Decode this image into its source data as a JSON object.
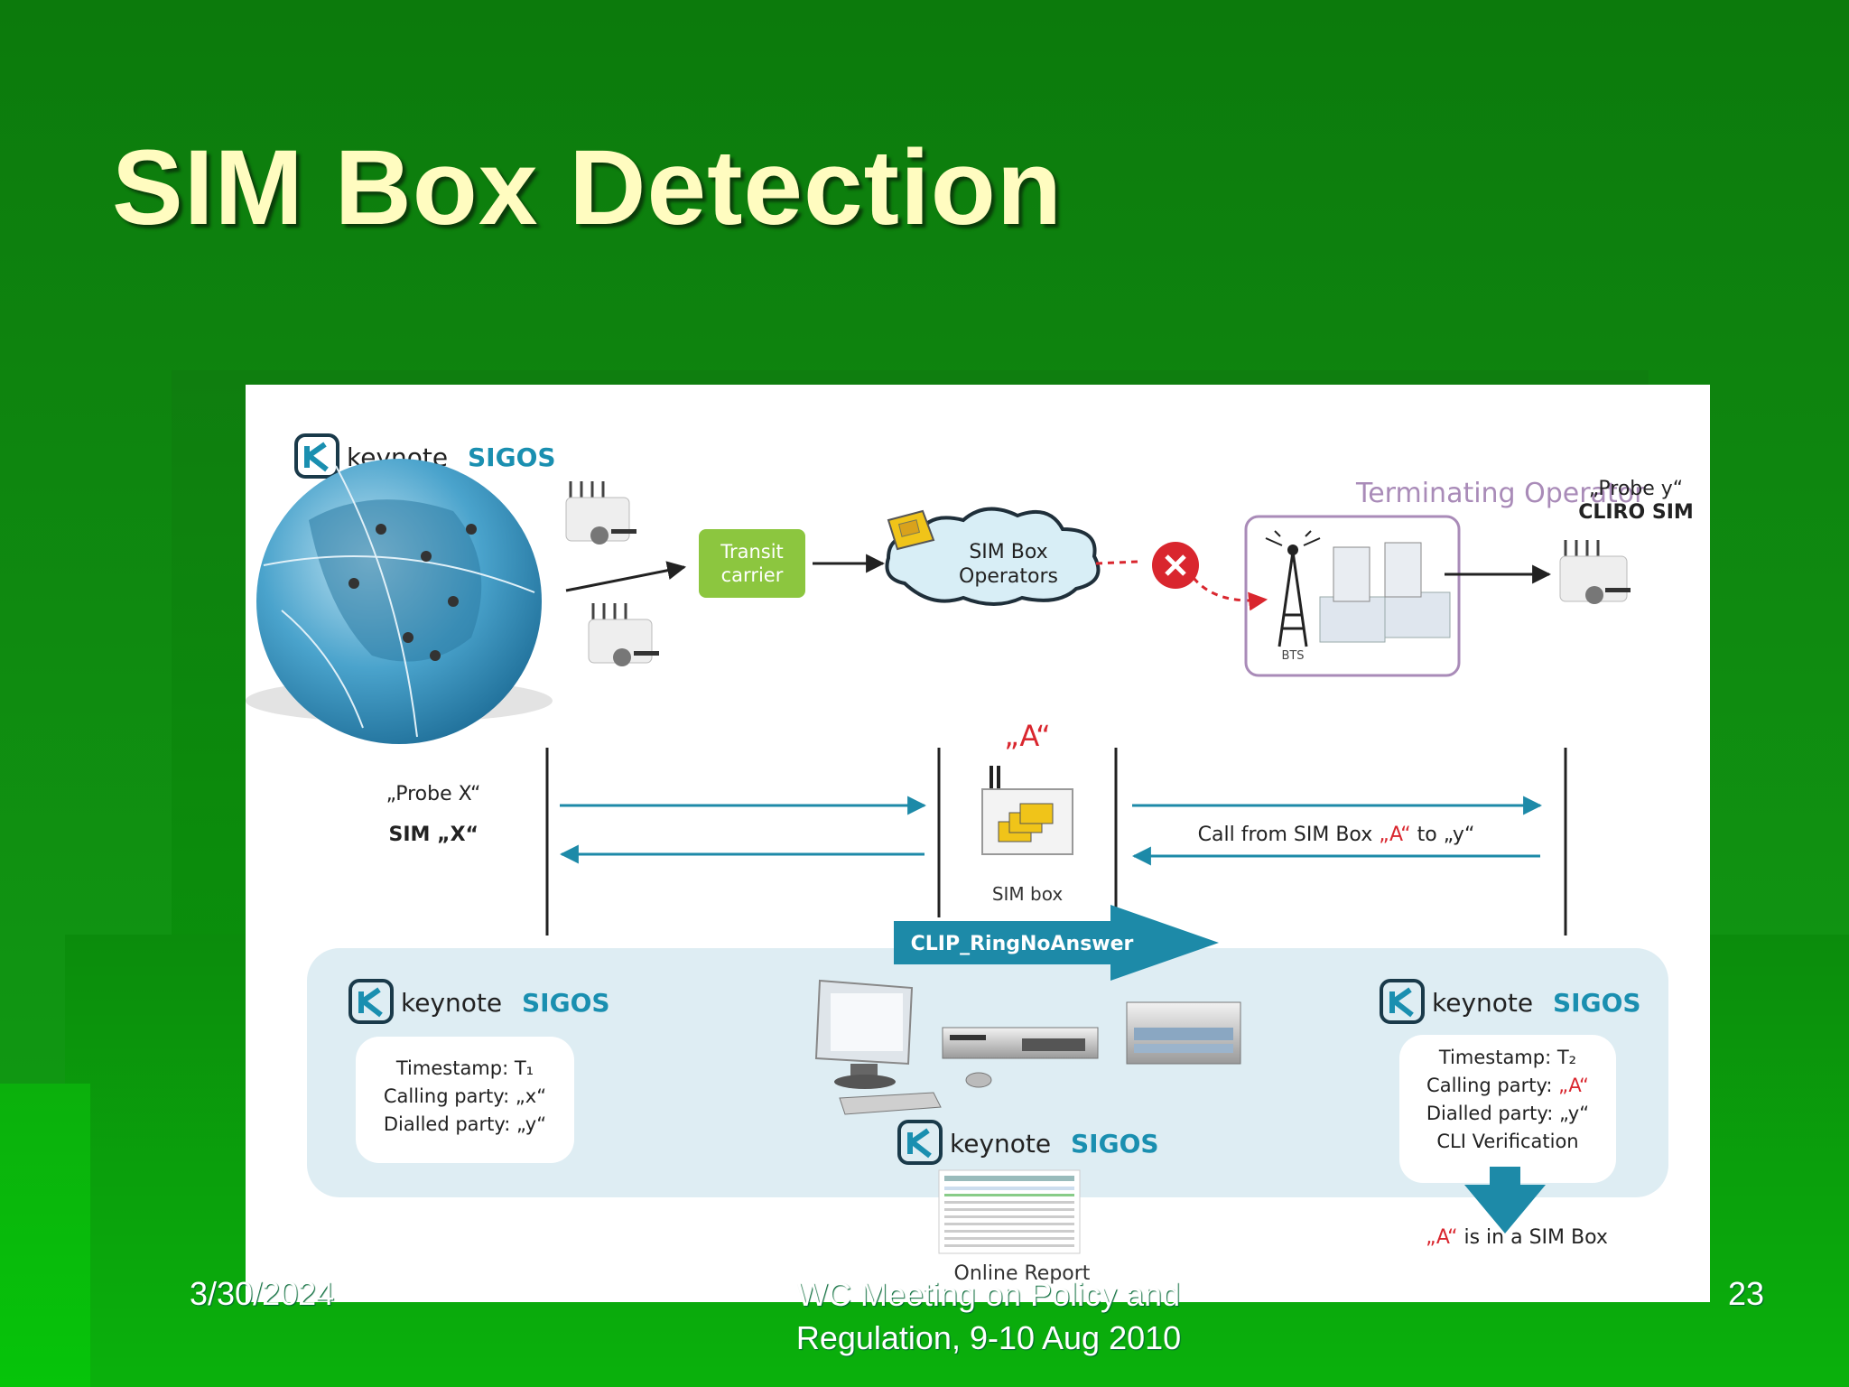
{
  "slide": {
    "title": "SIM Box Detection",
    "footer_date": "3/30/2024",
    "footer_venue_line1": "WC Meeting on Policy and",
    "footer_venue_line2": "Regulation, 9-10 Aug 2010",
    "page_number": "23"
  },
  "diagram": {
    "brand_name": "keynote",
    "brand_product": "SIGOS",
    "transit_carrier": [
      "Transit",
      "carrier"
    ],
    "simbox_operators": [
      "SIM Box",
      "Operators"
    ],
    "terminating_operator": "Terminating Operator",
    "bts_label": "BTS",
    "probe_y": [
      "„Probe y“",
      "CLIRO SIM"
    ],
    "probe_x": "„Probe X“",
    "sim_x": "SIM „X“",
    "a_label": "„A“",
    "sim_box": "SIM box",
    "call_label_prefix": "Call from SIM Box ",
    "call_label_a": "„A“",
    "call_label_suffix": " to „y“",
    "clip_label": "CLIP_RingNoAnswer",
    "left_card": [
      "Timestamp: T₁",
      "Calling party: „x“",
      "Dialled party: „y“"
    ],
    "right_card": [
      "Timestamp: T₂",
      "Calling party: ",
      "„A“",
      "Dialled party: „y“",
      "CLI Verification"
    ],
    "result_prefix": "„A“",
    "result_suffix": " is in a SIM Box",
    "online_report": "Online Report",
    "colors": {
      "brand_blue": "#1a8fb0",
      "teal_arrow": "#1d8aa8",
      "lime_box": "#8cc63f",
      "alert_red": "#d9262e",
      "terminating_purple": "#a98bb8",
      "panel_bg": "#deedf3"
    }
  }
}
